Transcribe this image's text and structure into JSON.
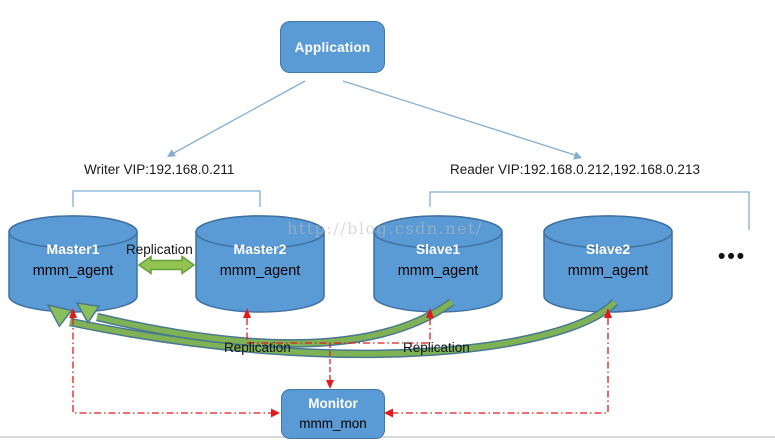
{
  "application": {
    "label": "Application"
  },
  "vips": {
    "writer": "Writer VIP:192.168.0.211",
    "reader": "Reader VIP:192.168.0.212,192.168.0.213"
  },
  "nodes": [
    {
      "name": "Master1",
      "agent": "mmm_agent"
    },
    {
      "name": "Master2",
      "agent": "mmm_agent"
    },
    {
      "name": "Slave1",
      "agent": "mmm_agent"
    },
    {
      "name": "Slave2",
      "agent": "mmm_agent"
    }
  ],
  "monitor": {
    "name": "Monitor",
    "agent": "mmm_mon"
  },
  "replication_labels": {
    "masters": "Replication",
    "slave1": "Replication",
    "slave2": "Replication"
  },
  "ellipsis": "•••",
  "watermark": "http://blog.csdn.net/",
  "colors": {
    "node_fill": "#5b9bd5",
    "node_border": "#3f71a3",
    "green_arrow_fill": "#92c353",
    "green_arrow_border": "#66a03a",
    "curve_outline": "#4a7890",
    "monitor_link_red": "#e01b1b",
    "connector_blue": "#84aed1"
  }
}
